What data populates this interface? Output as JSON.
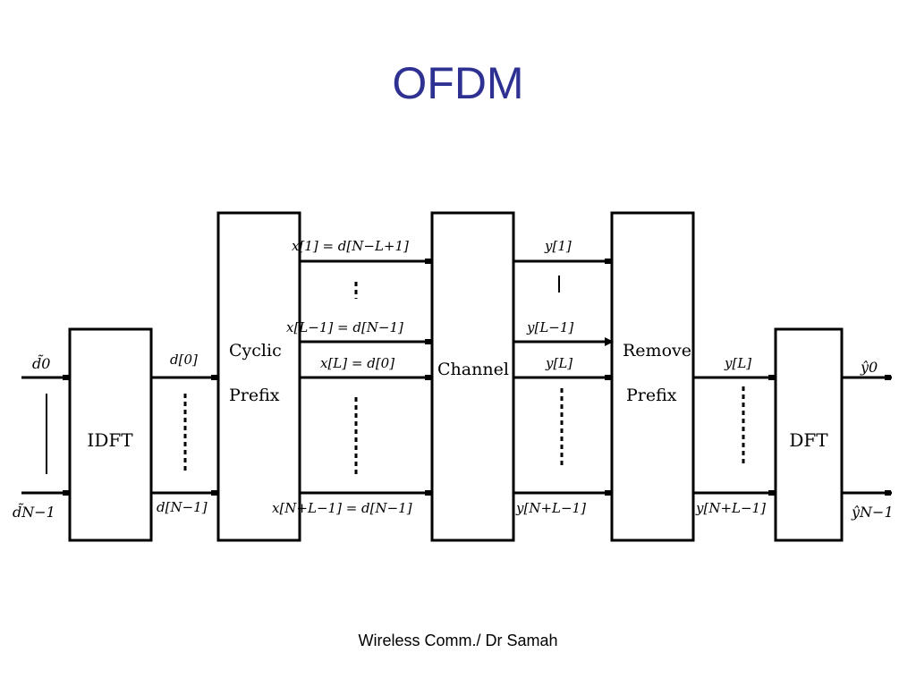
{
  "title": "OFDM",
  "footer": "Wireless Comm./ Dr Samah",
  "blocks": {
    "idft": "IDFT",
    "cyclic_prefix_line1": "Cyclic",
    "cyclic_prefix_line2": "Prefix",
    "channel": "Channel",
    "remove_prefix_line1": "Remove",
    "remove_prefix_line2": "Prefix",
    "dft": "DFT"
  },
  "signals": {
    "input_first": "d̃0",
    "input_last": "d̃N−1",
    "idft_out_first": "d[0]",
    "idft_out_last": "d[N−1]",
    "cp_out_0": "x[1] = d[N−L+1]",
    "cp_out_mid": "x[L−1] = d[N−1]",
    "cp_out_L": "x[L] = d[0]",
    "cp_out_last": "x[N+L−1] = d[N−1]",
    "ch_out_0": "y[1]",
    "ch_out_mid": "y[L−1]",
    "ch_out_L": "y[L]",
    "ch_out_last": "y[N+L−1]",
    "rp_out_first": "y[L]",
    "rp_out_last": "y[N+L−1]",
    "output_first": "ŷ0",
    "output_last": "ŷN−1"
  }
}
